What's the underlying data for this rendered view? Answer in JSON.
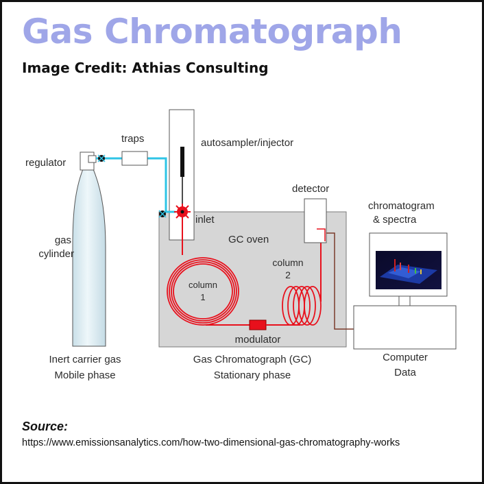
{
  "header": {
    "title": "Gas Chromatograph",
    "credit": "Image Credit: Athias Consulting"
  },
  "diagram": {
    "labels": {
      "traps": "traps",
      "regulator": "regulator",
      "autosampler": "autosampler/injector",
      "detector": "detector",
      "chromatogram_line1": "chromatogram",
      "chromatogram_line2": "& spectra",
      "gas_line1": "gas",
      "gas_line2": "cylinder",
      "inlet": "inlet",
      "gc_oven": "GC oven",
      "column1_line1": "column",
      "column1_line2": "1",
      "column2_line1": "column",
      "column2_line2": "2",
      "modulator": "modulator",
      "carrier_line1": "Inert carrier gas",
      "carrier_line2": "Mobile phase",
      "gc_line1": "Gas Chromatograph (GC)",
      "gc_line2": "Stationary phase",
      "computer_line1": "Computer",
      "computer_line2": "Data"
    },
    "colors": {
      "gas_line": "#2ec4e6",
      "column": "#e8101c",
      "oven": "#d6d6d6",
      "cylinder": "#dcecf2",
      "screen": "#0a0a1c"
    }
  },
  "source": {
    "label": "Source:",
    "url": "https://www.emissionsanalytics.com/how-two-dimensional-gas-chromatography-works"
  }
}
